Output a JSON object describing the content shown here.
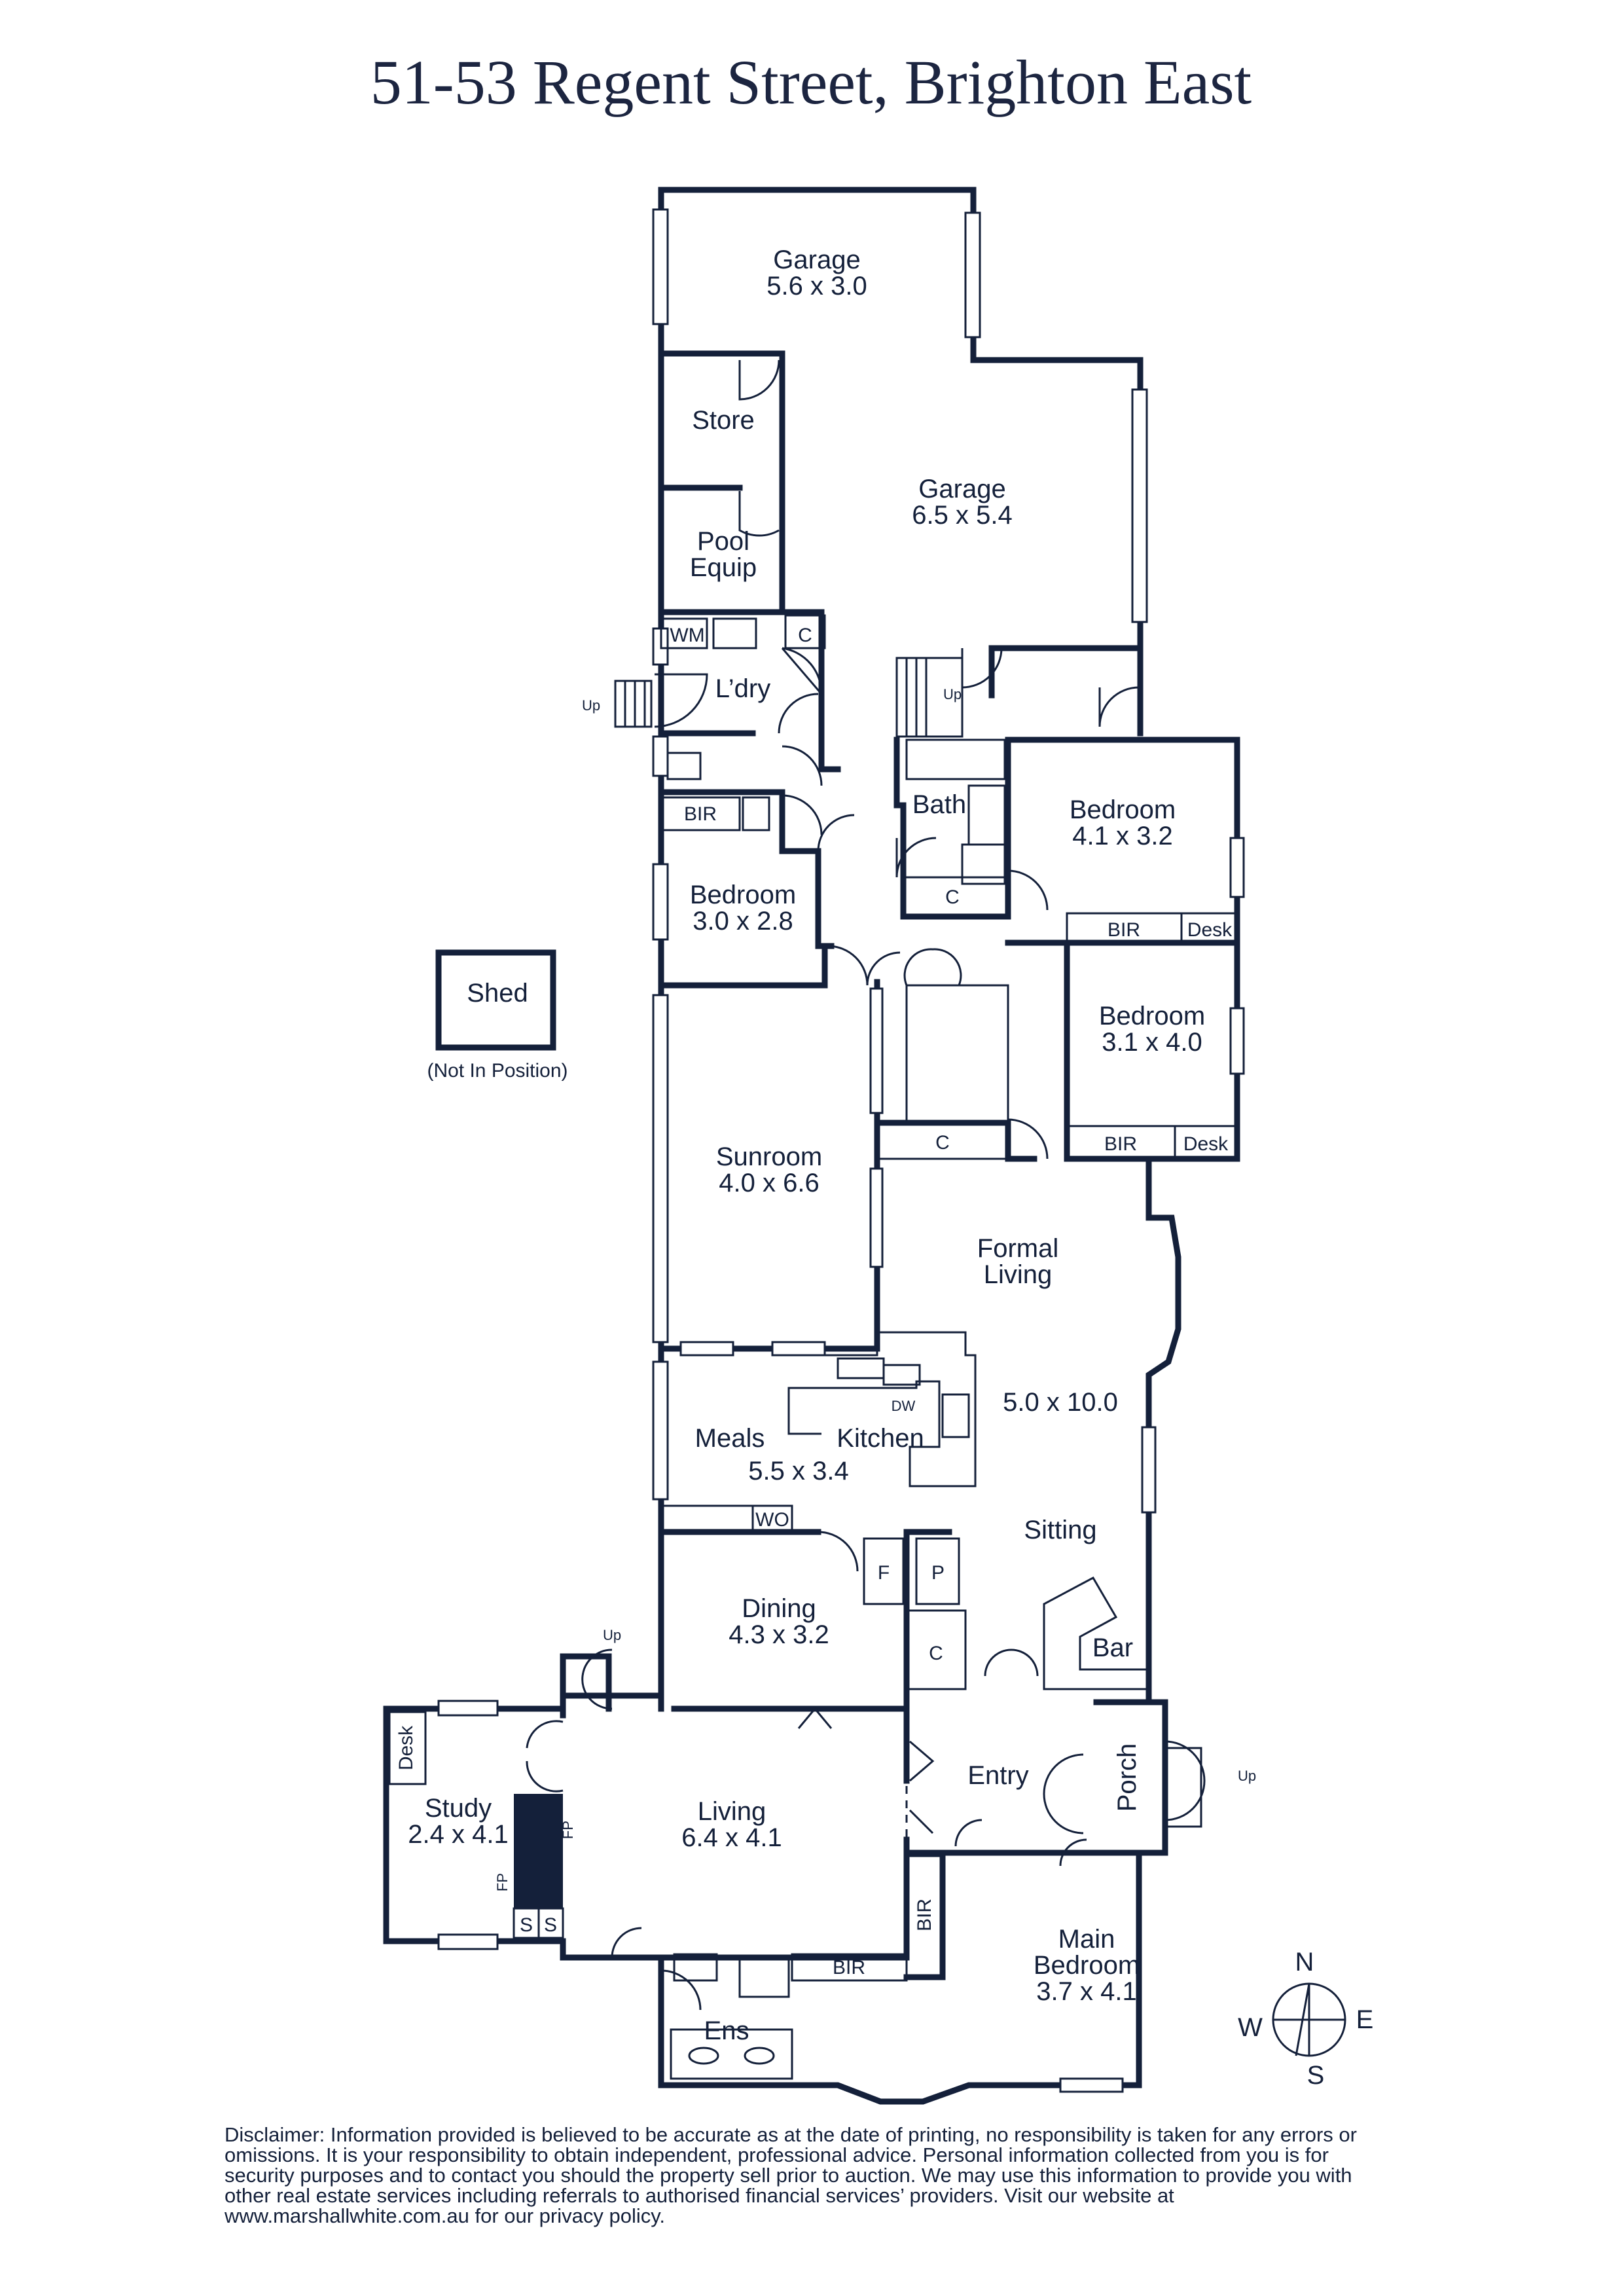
{
  "title": "51-53 Regent Street, Brighton East",
  "rooms": {
    "garage1": {
      "name": "Garage",
      "dims": "5.6 x 3.0"
    },
    "store": {
      "name": "Store"
    },
    "garage2": {
      "name": "Garage",
      "dims": "6.5 x 5.4"
    },
    "pool_equip": {
      "name": "Pool",
      "name2": "Equip"
    },
    "laundry": {
      "name": "L’dry"
    },
    "bath": {
      "name": "Bath"
    },
    "bedroom_a": {
      "name": "Bedroom",
      "dims": "4.1 x 3.2"
    },
    "bedroom_b": {
      "name": "Bedroom",
      "dims": "3.0 x 2.8"
    },
    "bedroom_c": {
      "name": "Bedroom",
      "dims": "3.1 x 4.0"
    },
    "shed": {
      "name": "Shed",
      "note": "(Not In Position)"
    },
    "sunroom": {
      "name": "Sunroom",
      "dims": "4.0 x 6.6"
    },
    "formal_living": {
      "name": "Formal",
      "name2": "Living",
      "dims": "5.0 x 10.0"
    },
    "meals": {
      "name": "Meals",
      "dims": "5.5 x 3.4"
    },
    "kitchen": {
      "name": "Kitchen"
    },
    "sitting": {
      "name": "Sitting"
    },
    "bar": {
      "name": "Bar"
    },
    "dining": {
      "name": "Dining",
      "dims": "4.3 x 3.2"
    },
    "entry": {
      "name": "Entry"
    },
    "porch": {
      "name": "Porch"
    },
    "study": {
      "name": "Study",
      "dims": "2.4 x 4.1"
    },
    "living": {
      "name": "Living",
      "dims": "6.4 x 4.1"
    },
    "main_bedroom": {
      "name": "Main",
      "name2": "Bedroom",
      "dims": "3.7 x 4.1"
    },
    "ensuite": {
      "name": "Ens"
    }
  },
  "fixtures": {
    "wm": "WM",
    "c": "C",
    "bir": "BIR",
    "desk": "Desk",
    "dw": "DW",
    "wo": "WO",
    "f": "F",
    "p": "P",
    "fp": "FP",
    "s": "S",
    "up": "Up"
  },
  "compass": {
    "n": "N",
    "e": "E",
    "s": "S",
    "w": "W"
  },
  "disclaimer": "Disclaimer: Information provided is believed to be accurate as at the date of printing, no responsibility is taken for any errors or omissions. It is your responsibility to obtain independent, professional advice. Personal information collected from you is for security purposes and to contact you should the property sell prior to auction. We may use this information to provide you with other real estate services including referrals to authorised financial services’ providers. Visit our website at www.marshallwhite.com.au for our privacy policy."
}
